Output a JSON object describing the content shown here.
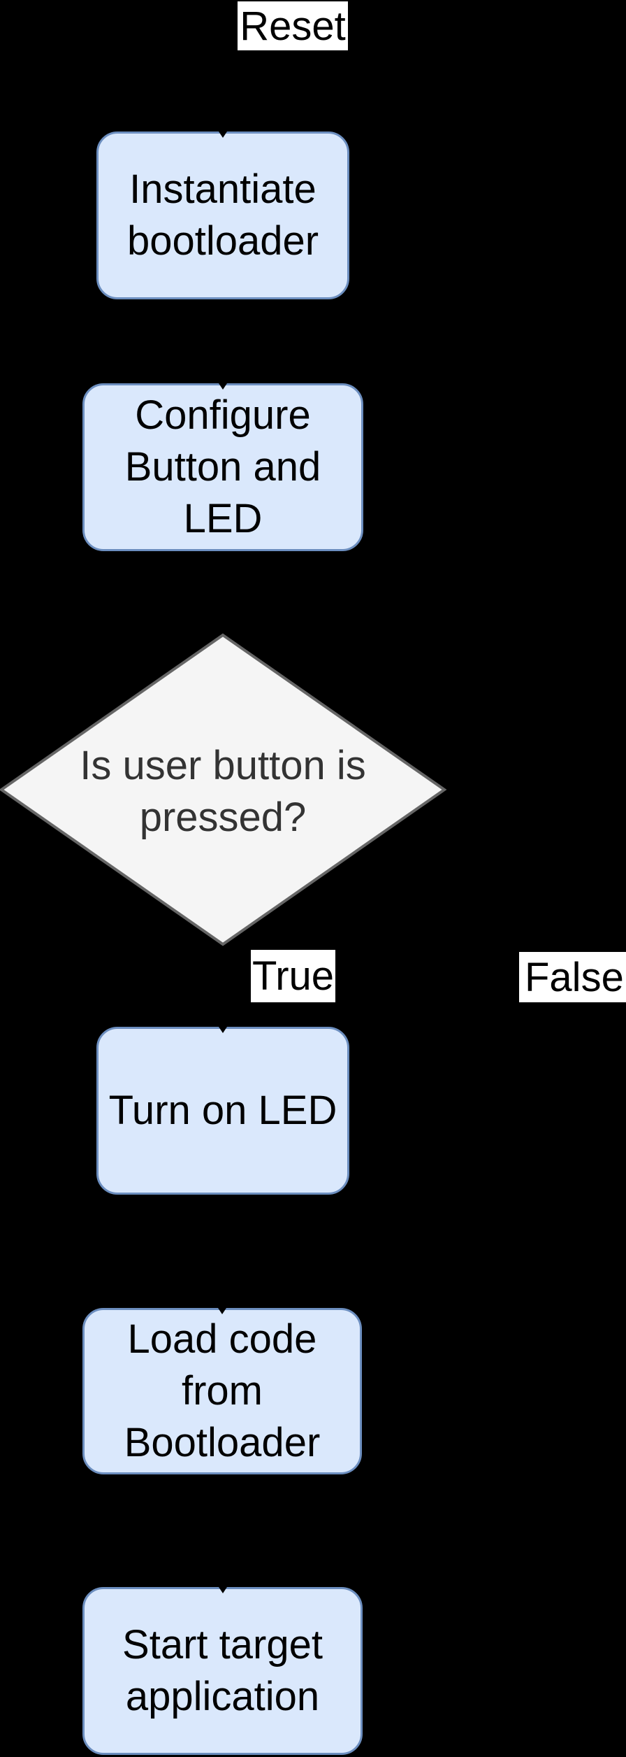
{
  "diagram": {
    "description": "Bootloader flowchart",
    "background": "#000000"
  },
  "colors": {
    "process_fill": "#dae8fc",
    "process_border": "#6c8ebf",
    "process_text": "#000000",
    "decision_fill": "#f5f5f5",
    "decision_border": "#666666",
    "decision_text": "#333333",
    "edge_label_bg": "#ffffff",
    "edge_label_text": "#000000"
  },
  "edge_labels": {
    "reset": "Reset",
    "branch_true": "True",
    "branch_false": "False"
  },
  "nodes": {
    "instantiate": {
      "text": "Instantiate\nbootloader"
    },
    "configure": {
      "text": "Configure\nButton and\nLED"
    },
    "decision": {
      "text": "Is user button is\npressed?"
    },
    "turn_on_led": {
      "text": "Turn on LED"
    },
    "load_code": {
      "text": "Load code\nfrom\nBootloader"
    },
    "start_app": {
      "text": "Start target\napplication"
    }
  }
}
